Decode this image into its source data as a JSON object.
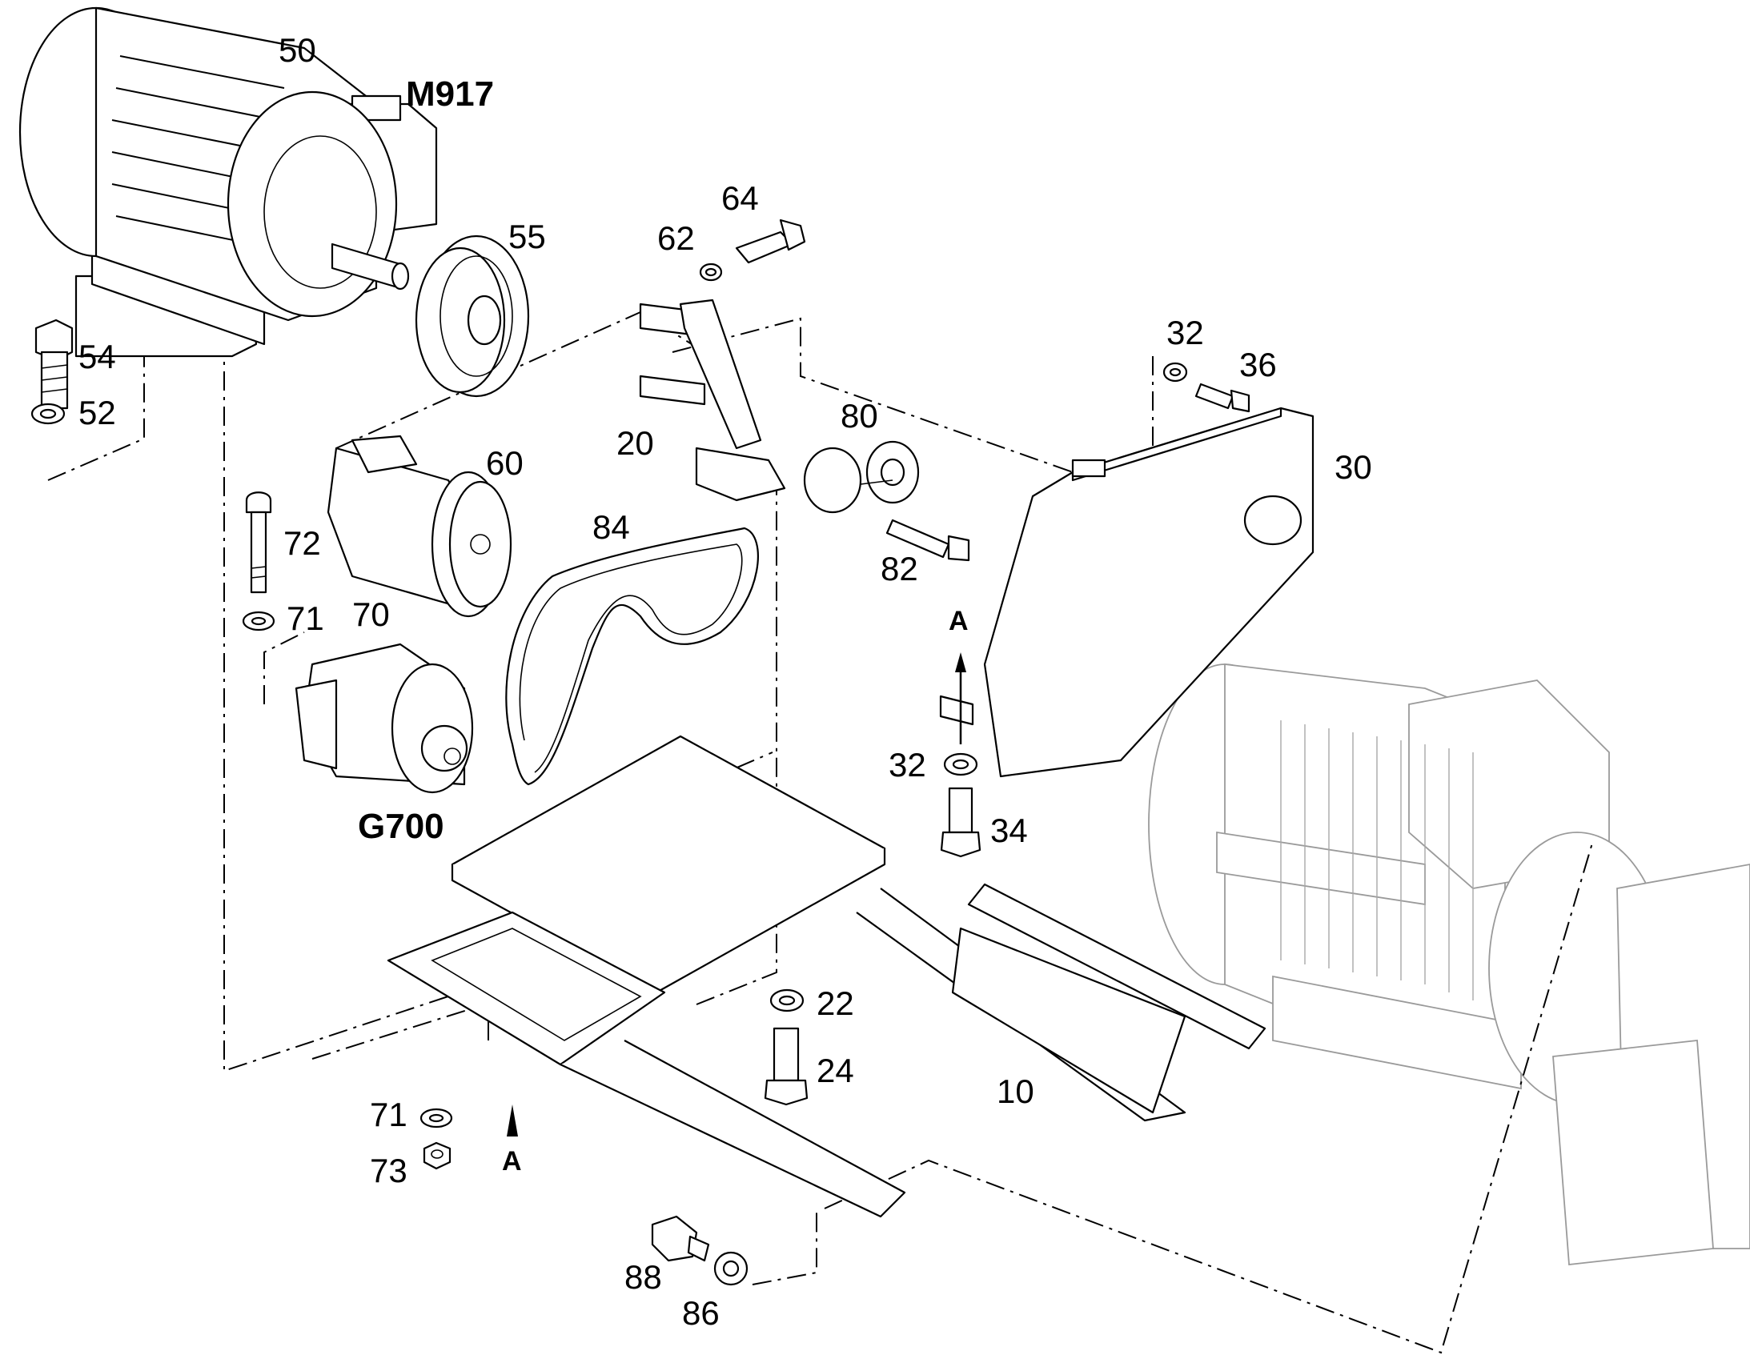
{
  "labels": {
    "p10": "10",
    "p20": "20",
    "p22": "22",
    "p24": "24",
    "p30": "30",
    "p32a": "32",
    "p32b": "32",
    "p34": "34",
    "p36": "36",
    "p50": "50",
    "p52": "52",
    "p54": "54",
    "p55": "55",
    "p60": "60",
    "p62": "62",
    "p64": "64",
    "p70": "70",
    "p71a": "71",
    "p71b": "71",
    "p72": "72",
    "p73": "73",
    "p80": "80",
    "p82": "82",
    "p84": "84",
    "p86": "86",
    "p88": "88"
  },
  "designations": {
    "motor": "M917",
    "generator": "G700"
  },
  "section_marks": {
    "upper": "A",
    "lower": "A"
  }
}
